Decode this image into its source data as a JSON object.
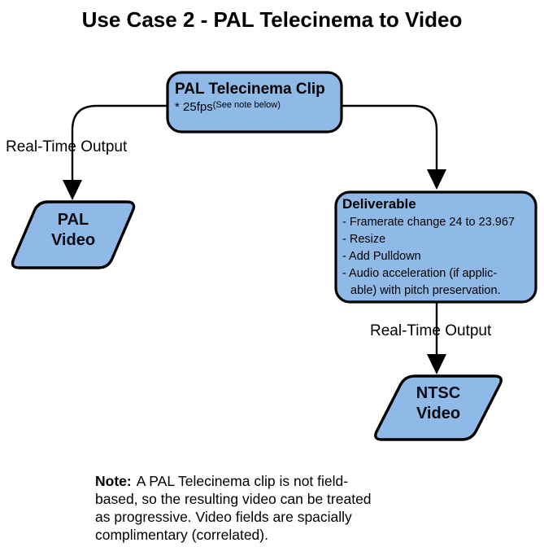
{
  "title": "Use Case 2 - PAL Telecinema to Video",
  "colors": {
    "shape_fill": "#8FB9E6",
    "shape_stroke": "#000000",
    "text": "#000000"
  },
  "source_box": {
    "title": "PAL Telecinema Clip",
    "subtitle": "* 25fps",
    "subtitle_note": "(See note below)"
  },
  "left_branch": {
    "arrow_label": "Real-Time Output",
    "output": {
      "lines": [
        "PAL",
        "Video"
      ]
    }
  },
  "right_branch": {
    "deliverable": {
      "title": "Deliverable",
      "lines": [
        "- Framerate change 24 to 23.967",
        "- Resize",
        "- Add Pulldown",
        "- Audio acceleration (if applic-",
        "able) with pitch preservation."
      ]
    },
    "arrow_label": "Real-Time Output",
    "output": {
      "lines": [
        "NTSC",
        "Video"
      ]
    }
  },
  "note": {
    "label": "Note:",
    "lines": [
      "A PAL Telecinema clip is not field-",
      "based, so the resulting video can be treated",
      "as progressive. Video fields are spacially",
      "complimentary (correlated)."
    ]
  }
}
